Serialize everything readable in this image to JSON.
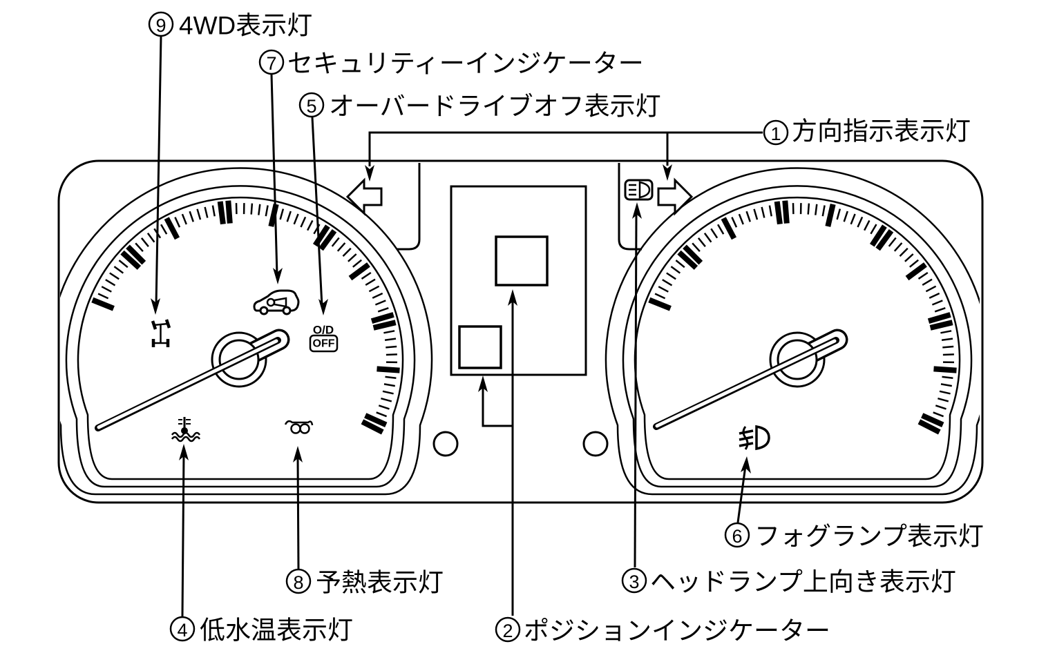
{
  "figure": {
    "title": "instrument-cluster-indicator-diagram",
    "background": "#ffffff",
    "line_color": "#000000"
  },
  "callouts": [
    {
      "num": "1",
      "label": "方向指示表示灯"
    },
    {
      "num": "2",
      "label": "ポジションインジケーター"
    },
    {
      "num": "3",
      "label": "ヘッドランプ上向き表示灯"
    },
    {
      "num": "4",
      "label": "低水温表示灯"
    },
    {
      "num": "5",
      "label": "オーバードライブオフ表示灯"
    },
    {
      "num": "6",
      "label": "フォグランプ表示灯"
    },
    {
      "num": "7",
      "label": "セキュリティーインジケーター"
    },
    {
      "num": "8",
      "label": "予熱表示灯"
    },
    {
      "num": "9",
      "label": "4WD表示灯"
    }
  ],
  "od_off_indicator": {
    "line1": "O/D",
    "line2": "OFF"
  },
  "icons": [
    {
      "name": "left-turn-signal-icon"
    },
    {
      "name": "right-turn-signal-icon"
    },
    {
      "name": "high-beam-icon"
    },
    {
      "name": "4wd-icon"
    },
    {
      "name": "security-indicator-icon"
    },
    {
      "name": "od-off-icon"
    },
    {
      "name": "low-coolant-temp-icon"
    },
    {
      "name": "glow-plug-icon"
    },
    {
      "name": "fog-lamp-icon"
    }
  ]
}
